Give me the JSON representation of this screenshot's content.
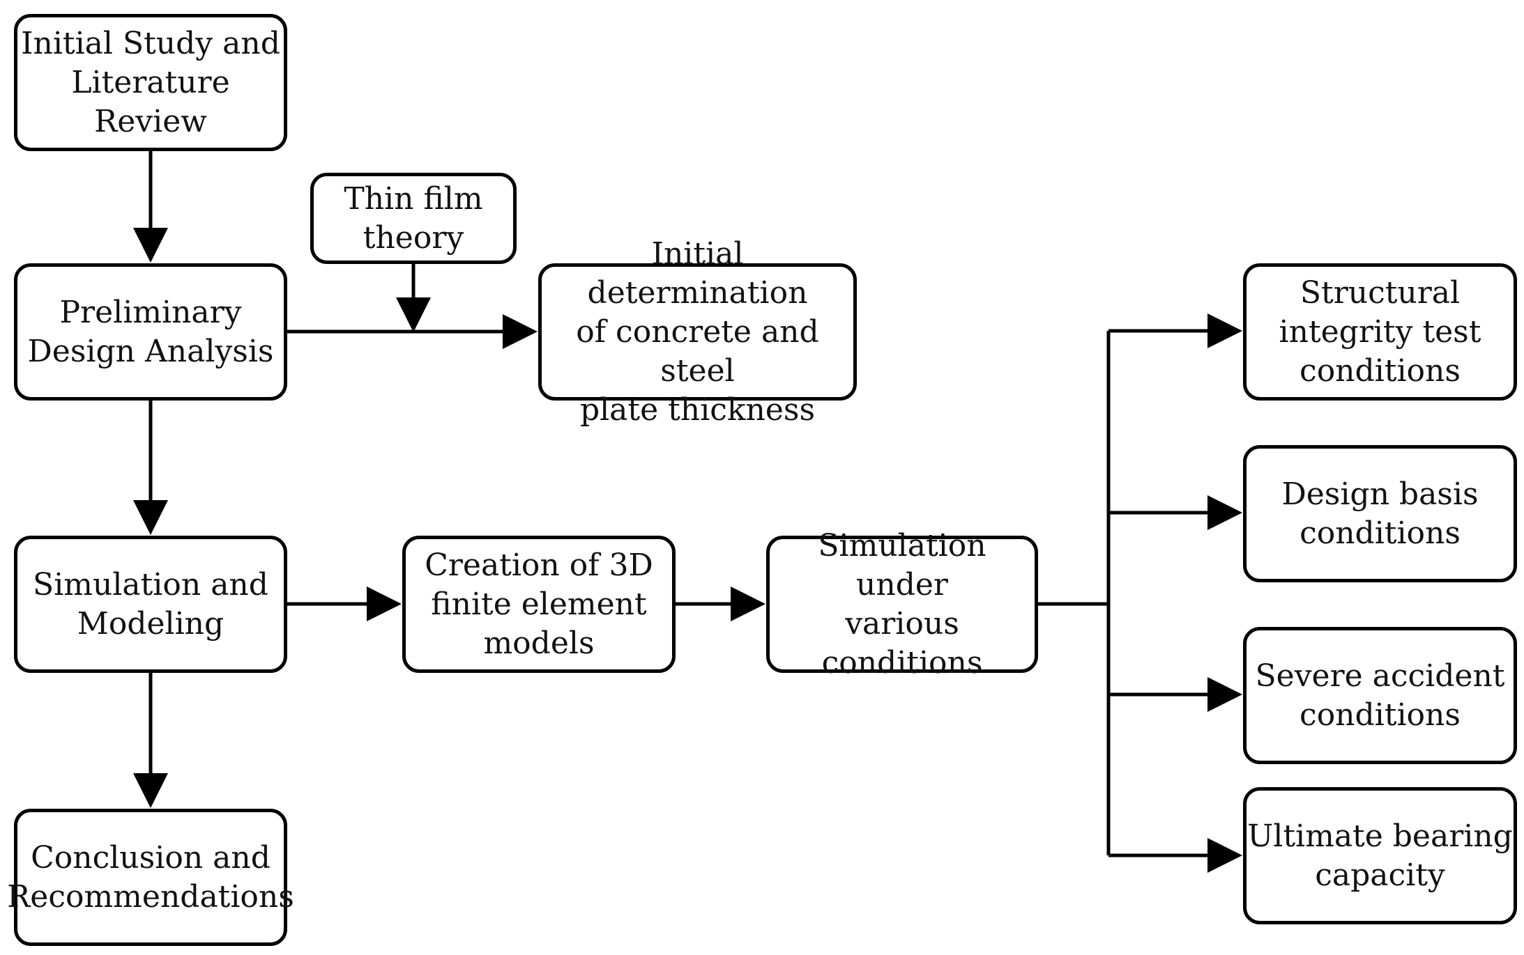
{
  "diagram": {
    "nodes": {
      "initial_study": {
        "label": "Initial Study and\nLiterature Review"
      },
      "preliminary_design": {
        "label": "Preliminary\nDesign Analysis"
      },
      "simulation_modeling": {
        "label": "Simulation and\nModeling"
      },
      "conclusion": {
        "label": "Conclusion and\nRecommendations"
      },
      "thin_film": {
        "label": "Thin film\ntheory"
      },
      "initial_determination": {
        "label": "Initial determination\nof concrete and steel\nplate thickness"
      },
      "creation_3d": {
        "label": "Creation of 3D\nfinite element\nmodels"
      },
      "simulation_conditions": {
        "label": "Simulation under\nvarious conditions"
      },
      "structural_integrity": {
        "label": "Structural\nintegrity test\nconditions"
      },
      "design_basis": {
        "label": "Design basis\nconditions"
      },
      "severe_accident": {
        "label": "Severe accident\nconditions"
      },
      "ultimate_bearing": {
        "label": "Ultimate bearing\ncapacity"
      }
    },
    "edges": [
      {
        "from": "initial_study",
        "to": "preliminary_design"
      },
      {
        "from": "preliminary_design",
        "to": "initial_determination"
      },
      {
        "from": "thin_film",
        "to": "initial_determination"
      },
      {
        "from": "preliminary_design",
        "to": "simulation_modeling"
      },
      {
        "from": "simulation_modeling",
        "to": "conclusion"
      },
      {
        "from": "simulation_modeling",
        "to": "creation_3d"
      },
      {
        "from": "creation_3d",
        "to": "simulation_conditions"
      },
      {
        "from": "simulation_conditions",
        "to": "structural_integrity"
      },
      {
        "from": "simulation_conditions",
        "to": "design_basis"
      },
      {
        "from": "simulation_conditions",
        "to": "severe_accident"
      },
      {
        "from": "simulation_conditions",
        "to": "ultimate_bearing"
      }
    ],
    "colors": {
      "stroke": "#000000",
      "fill": "#ffffff",
      "text": "#111111"
    }
  }
}
